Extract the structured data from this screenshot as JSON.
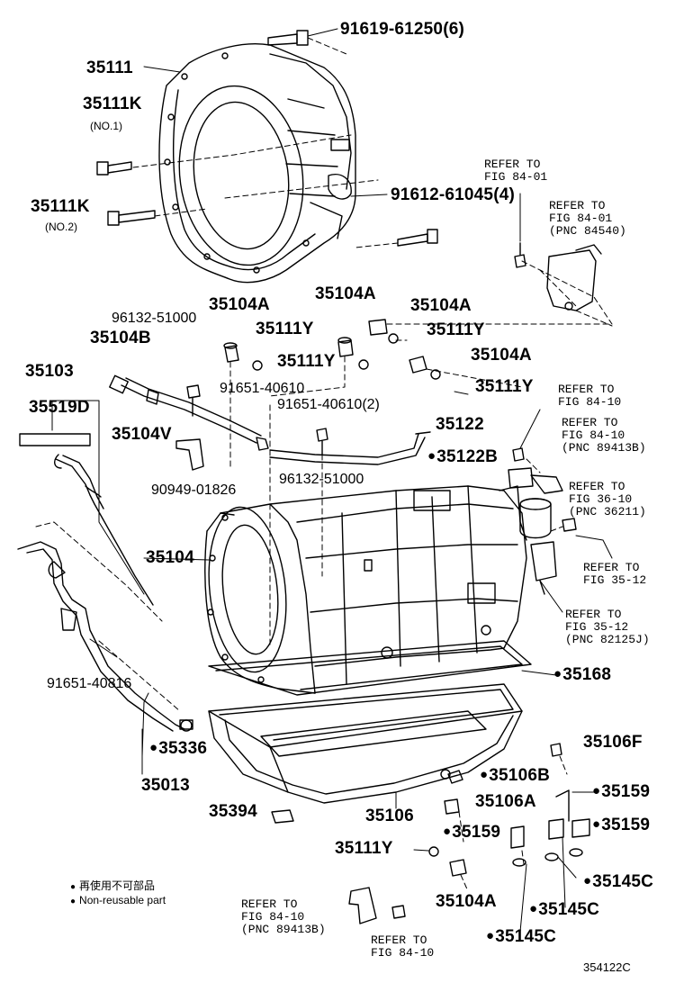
{
  "parts": [
    {
      "id": "p1",
      "pn": "91619-61250(6)"
    },
    {
      "id": "p2",
      "pn": "35111"
    },
    {
      "id": "p3",
      "pn": "35111K",
      "sub": "(NO.1)"
    },
    {
      "id": "p4",
      "pn": "35111K",
      "sub": "(NO.2)"
    },
    {
      "id": "p5",
      "pn": "91612-61045(4)"
    },
    {
      "id": "p6",
      "pn": "35104A"
    },
    {
      "id": "p7",
      "pn": "35104A"
    },
    {
      "id": "p8",
      "pn": "35104A"
    },
    {
      "id": "p9",
      "pn": "96132-51000"
    },
    {
      "id": "p10",
      "pn": "35104B"
    },
    {
      "id": "p11",
      "pn": "35111Y"
    },
    {
      "id": "p12",
      "pn": "35111Y"
    },
    {
      "id": "p13",
      "pn": "35111Y"
    },
    {
      "id": "p14",
      "pn": "35104A"
    },
    {
      "id": "p15",
      "pn": "35103"
    },
    {
      "id": "p16",
      "pn": "91651-40610"
    },
    {
      "id": "p17",
      "pn": "35111Y"
    },
    {
      "id": "p18",
      "pn": "35519D"
    },
    {
      "id": "p19",
      "pn": "91651-40610(2)"
    },
    {
      "id": "p20",
      "pn": "35122"
    },
    {
      "id": "p21",
      "pn": "35104V"
    },
    {
      "id": "p22",
      "pn": "35122B",
      "nr": true
    },
    {
      "id": "p23",
      "pn": "96132-51000"
    },
    {
      "id": "p24",
      "pn": "90949-01826"
    },
    {
      "id": "p25",
      "pn": "35104"
    },
    {
      "id": "p26",
      "pn": "35168",
      "nr": true
    },
    {
      "id": "p27",
      "pn": "91651-40816"
    },
    {
      "id": "p28",
      "pn": "35106F"
    },
    {
      "id": "p29",
      "pn": "35336",
      "nr": true
    },
    {
      "id": "p30",
      "pn": "35106B",
      "nr": true
    },
    {
      "id": "p31",
      "pn": "35013"
    },
    {
      "id": "p32",
      "pn": "35159",
      "nr": true
    },
    {
      "id": "p33",
      "pn": "35106A"
    },
    {
      "id": "p34",
      "pn": "35394"
    },
    {
      "id": "p35",
      "pn": "35106"
    },
    {
      "id": "p36",
      "pn": "35159",
      "nr": true
    },
    {
      "id": "p37",
      "pn": "35159",
      "nr": true
    },
    {
      "id": "p38",
      "pn": "35111Y"
    },
    {
      "id": "p39",
      "pn": "35145C",
      "nr": true
    },
    {
      "id": "p40",
      "pn": "35104A"
    },
    {
      "id": "p41",
      "pn": "35145C",
      "nr": true
    },
    {
      "id": "p42",
      "pn": "35145C",
      "nr": true
    }
  ],
  "refs": [
    {
      "id": "r1",
      "text": "REFER TO\nFIG 84-01"
    },
    {
      "id": "r2",
      "text": "REFER TO\nFIG 84-01\n(PNC 84540)"
    },
    {
      "id": "r3",
      "text": "REFER TO\nFIG 84-10"
    },
    {
      "id": "r4",
      "text": "REFER TO\nFIG 84-10\n(PNC 89413B)"
    },
    {
      "id": "r5",
      "text": "REFER TO\nFIG 36-10\n(PNC 36211)"
    },
    {
      "id": "r6",
      "text": "REFER TO\nFIG 35-12"
    },
    {
      "id": "r7",
      "text": "REFER TO\nFIG 35-12\n(PNC 82125J)"
    },
    {
      "id": "r8",
      "text": "REFER TO\nFIG 84-10\n(PNC 89413B)"
    },
    {
      "id": "r9",
      "text": "REFER TO\nFIG 84-10"
    }
  ],
  "legend": {
    "line1": "再使用不可部品",
    "line2": "Non-reusable part"
  },
  "figure_code": "354122C"
}
